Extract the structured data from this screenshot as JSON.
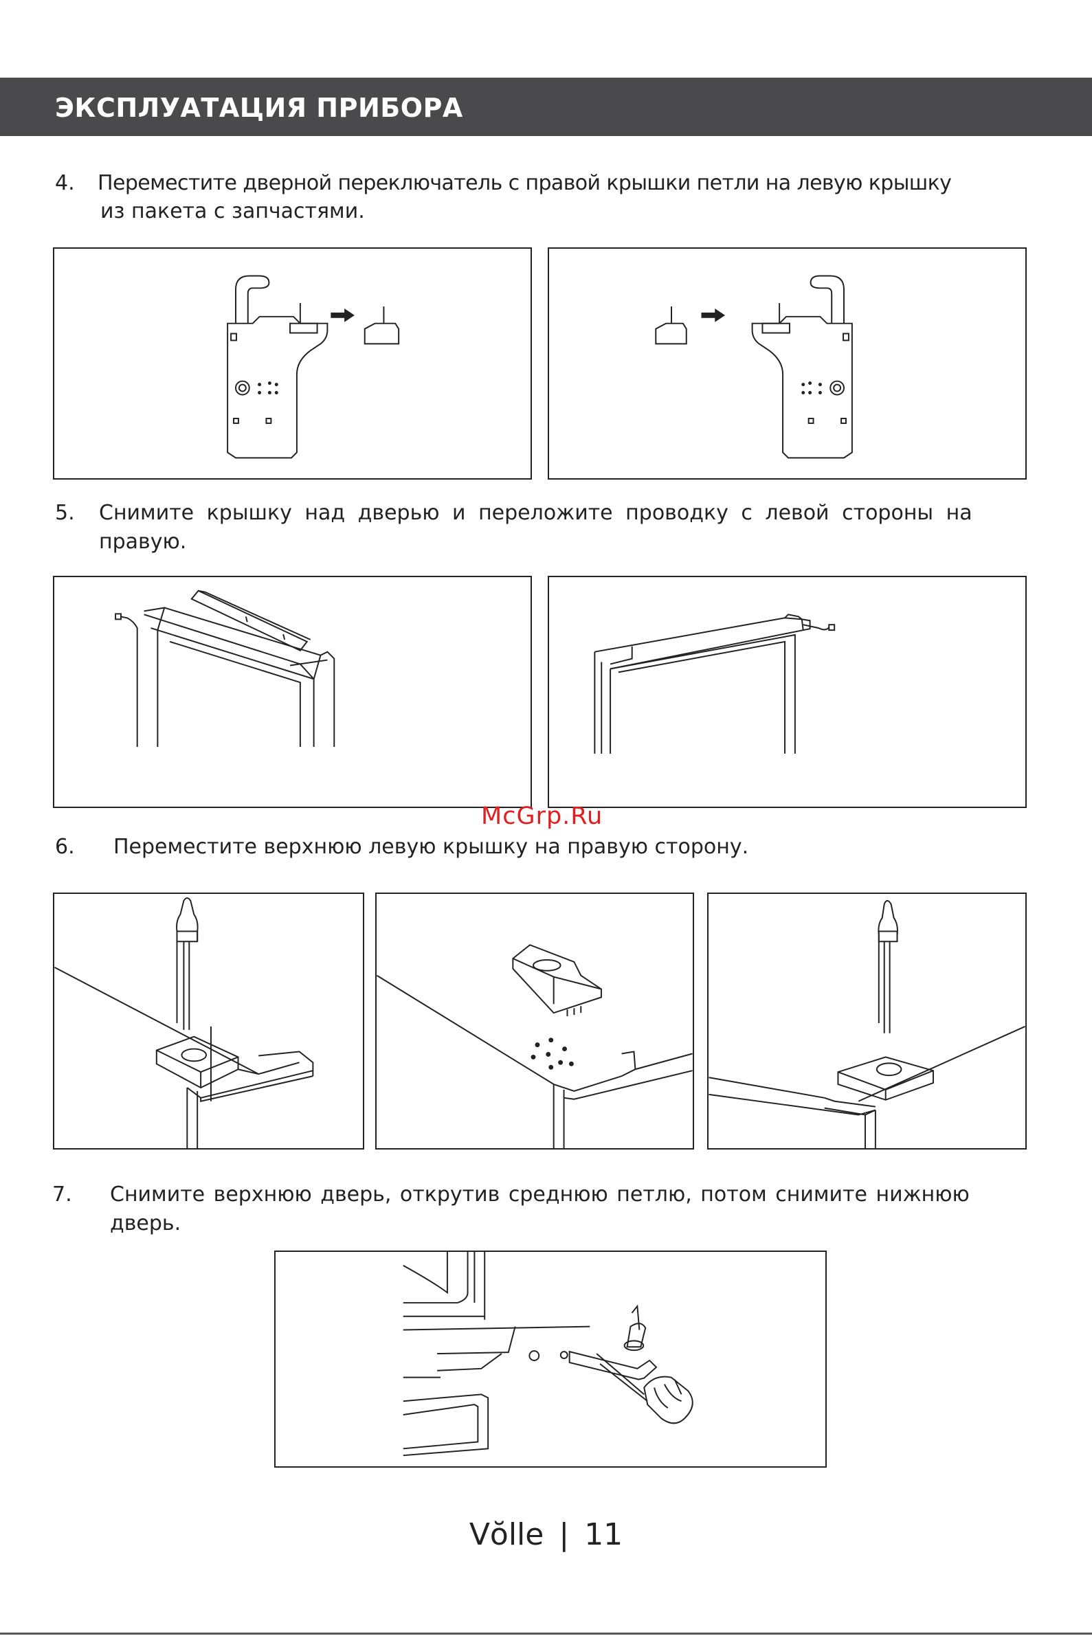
{
  "header": {
    "title": "ЭКСПЛУАТАЦИЯ ПРИБОРА"
  },
  "steps": [
    {
      "number": "4.",
      "line1": "Переместите дверной переключатель с правой крышки петли на левую крышку",
      "line2": "из пакета с запчастями."
    },
    {
      "number": "5.",
      "line1": "Снимите крышку над дверью и переложите проводку с левой стороны на",
      "line2": "правую."
    },
    {
      "number": "6.",
      "line1": "Переместите верхнюю левую крышку на правую сторону.",
      "line2": ""
    },
    {
      "number": "7.",
      "line1": "Снимите верхнюю дверь, открутив среднюю петлю, потом снимите нижнюю",
      "line2": "дверь."
    }
  ],
  "watermark": "McGrp.Ru",
  "footer": {
    "brand": "Vŏlle",
    "separator": "|",
    "page": "11"
  }
}
